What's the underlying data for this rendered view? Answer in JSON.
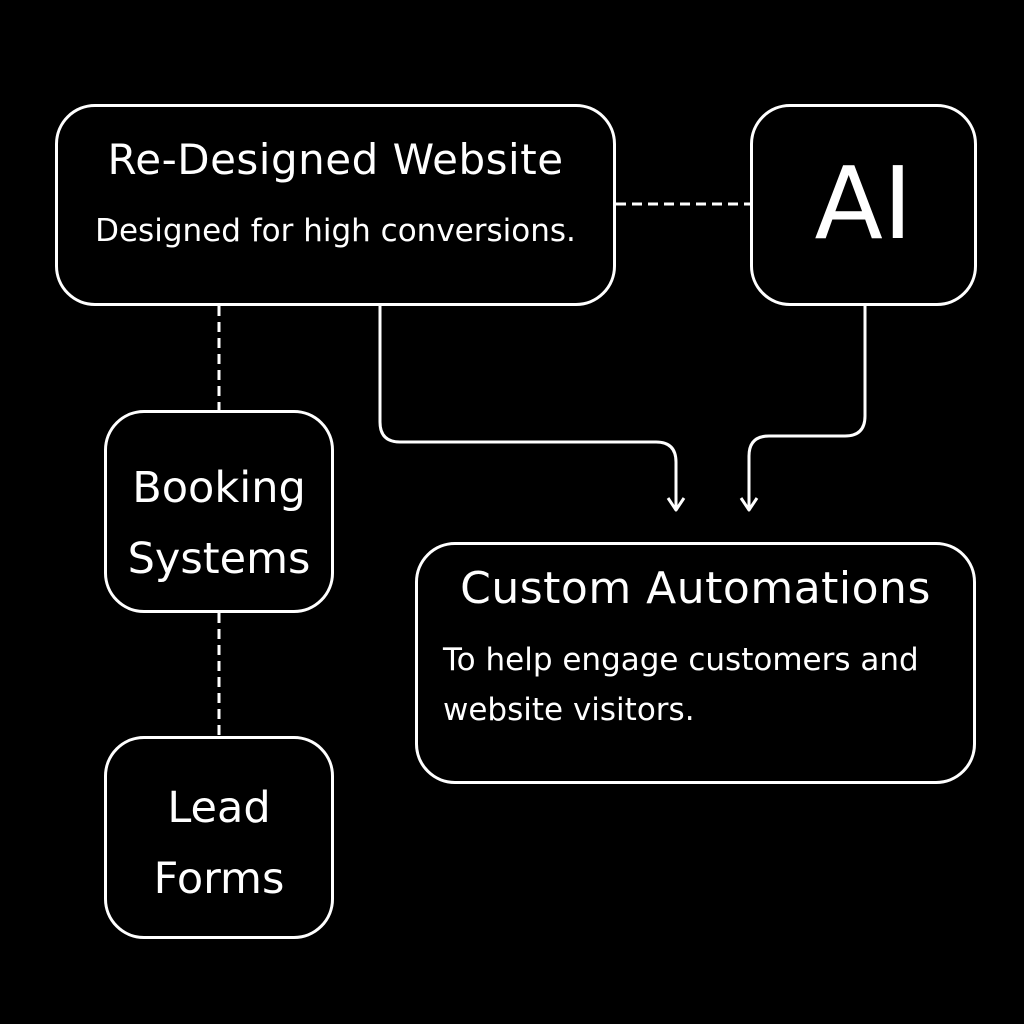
{
  "website": {
    "title": "Re-Designed Website",
    "subtitle": "Designed for high conversions."
  },
  "ai": {
    "title": "AI"
  },
  "booking": {
    "title": "Booking Systems"
  },
  "lead": {
    "title": "Lead Forms"
  },
  "automations": {
    "title": "Custom Automations",
    "subtitle": "To help engage customers and website visitors."
  },
  "colors": {
    "background": "#000000",
    "foreground": "#ffffff"
  }
}
